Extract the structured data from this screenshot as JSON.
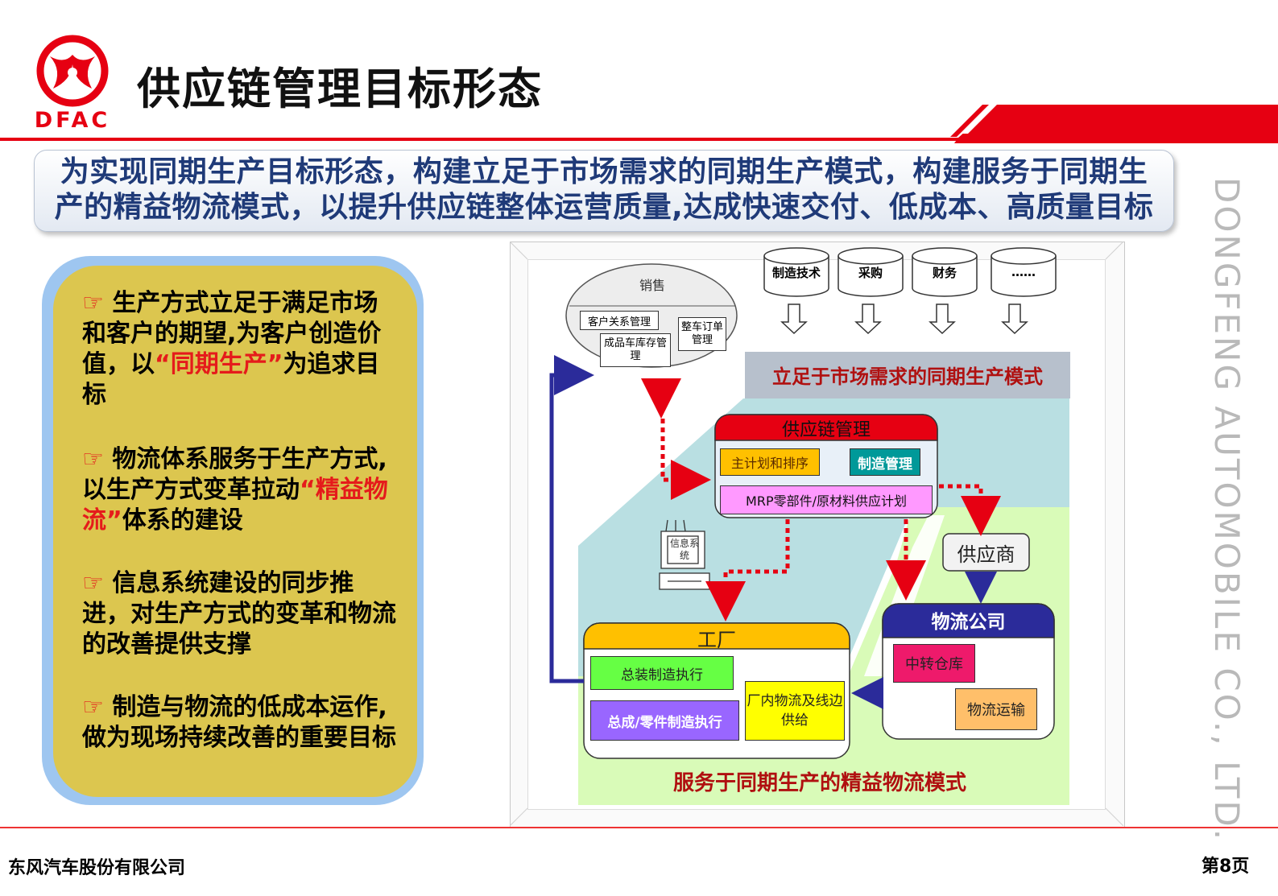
{
  "header": {
    "logo_text": "DFAC",
    "title": "供应链管理目标形态"
  },
  "banner": {
    "text": "为实现同期生产目标形态，构建立足于市场需求的同期生产模式，构建服务于同期生产的精益物流模式，以提升供应链整体运营质量,达成快速交付、低成本、高质量目标"
  },
  "side_text": "DONGFENG AUTOMOBILE CO., LTD.",
  "bullets": [
    {
      "icon": "☞",
      "parts": [
        "生产方式立足于满足市场和客户的期望,为客户创造价值，以",
        "“同期生产”",
        "为追求目标"
      ]
    },
    {
      "icon": "☞",
      "parts": [
        "物流体系服务于生产方式,以生产方式变革拉动",
        "“精益物流”",
        "体系的建设"
      ]
    },
    {
      "icon": "☞",
      "parts": [
        "信息系统建设的同步推进，对生产方式的变革和物流的改善提供支撑"
      ]
    },
    {
      "icon": "☞",
      "parts": [
        "制造与物流的低成本运作,做为现场持续改善的重要目标"
      ]
    }
  ],
  "diagram": {
    "sales": {
      "title": "销售",
      "items": [
        "客户关系管理",
        "成品车库存管理",
        "整车订单管理"
      ]
    },
    "departments": [
      "制造技术",
      "采购",
      "财务",
      "……"
    ],
    "mode1": "立足于市场需求的同期生产模式",
    "scm": {
      "title": "供应链管理",
      "plan": "主计划和排序",
      "mfg": "制造管理",
      "mrp": "MRP零部件/原材料供应计划"
    },
    "info_system": "信息系统",
    "supplier": "供应商",
    "logistics": {
      "title": "物流公司",
      "warehouse": "中转仓库",
      "transport": "物流运输"
    },
    "factory": {
      "title": "工厂",
      "assembly": "总装制造执行",
      "parts": "总成/零件制造执行",
      "inplant": "厂内物流及线边供给"
    },
    "mode2": "服务于同期生产的精益物流模式"
  },
  "footer": {
    "company": "东风汽车股份有限公司",
    "page": "第8页"
  },
  "colors": {
    "brand_red": "#e60012",
    "banner_text": "#1f3a78",
    "highlight": "#e51b1b"
  }
}
